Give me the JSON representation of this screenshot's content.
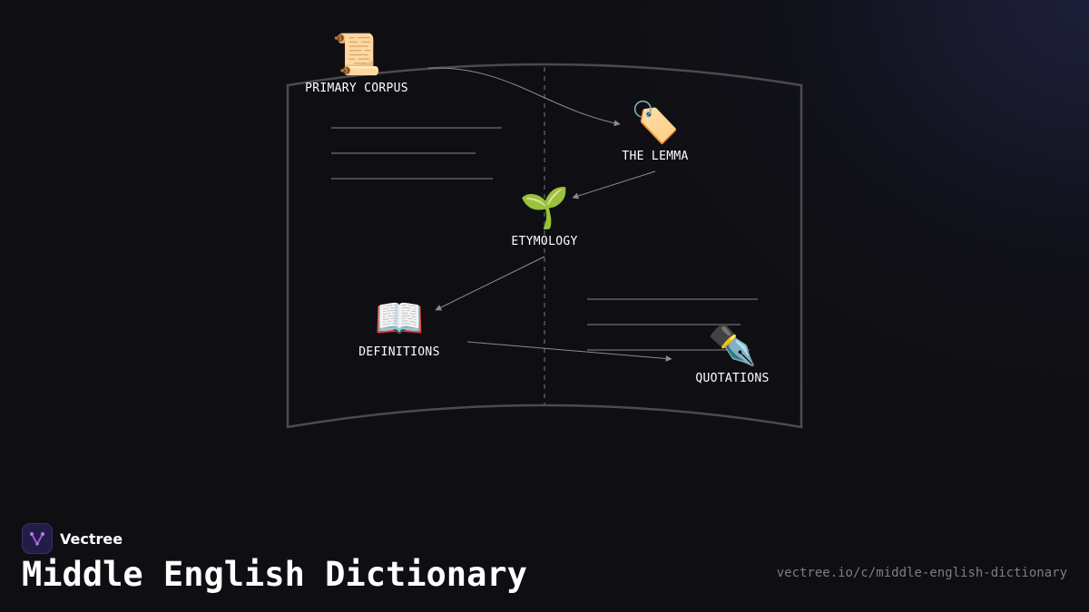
{
  "nodes": {
    "primary_corpus": {
      "emoji": "📜",
      "label": "PRIMARY CORPUS"
    },
    "the_lemma": {
      "emoji": "🏷️",
      "label": "THE LEMMA"
    },
    "etymology": {
      "emoji": "🌱",
      "label": "ETYMOLOGY"
    },
    "definitions": {
      "emoji": "📖",
      "label": "DEFINITIONS"
    },
    "quotations": {
      "emoji": "✒️",
      "label": "QUOTATIONS"
    }
  },
  "brand": {
    "name": "Vectree",
    "logo_icon": "vectree-logo-icon",
    "accent": "#9b59d0"
  },
  "page": {
    "title": "Middle English Dictionary",
    "url": "vectree.io/c/middle-english-dictionary"
  },
  "colors": {
    "background": "#0f0f13",
    "book_outline": "#4a4a50",
    "connector": "#8a8a90",
    "text": "#ffffff",
    "muted_text": "#7c7c84"
  }
}
